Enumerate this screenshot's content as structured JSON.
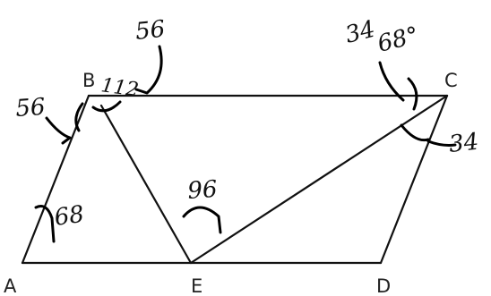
{
  "vertices": {
    "a": "A",
    "b": "B",
    "c": "C",
    "d": "D",
    "e": "E"
  },
  "annotations": {
    "b_top": "56",
    "b_left": "56",
    "b_inner": "112",
    "a_angle": "68",
    "e_angle": "96",
    "c_top_a": "34",
    "c_top_b": "68°",
    "c_right": "34"
  },
  "colors": {
    "line": "#111111",
    "ink": "#000000",
    "label": "#222222",
    "background": "#ffffff"
  }
}
